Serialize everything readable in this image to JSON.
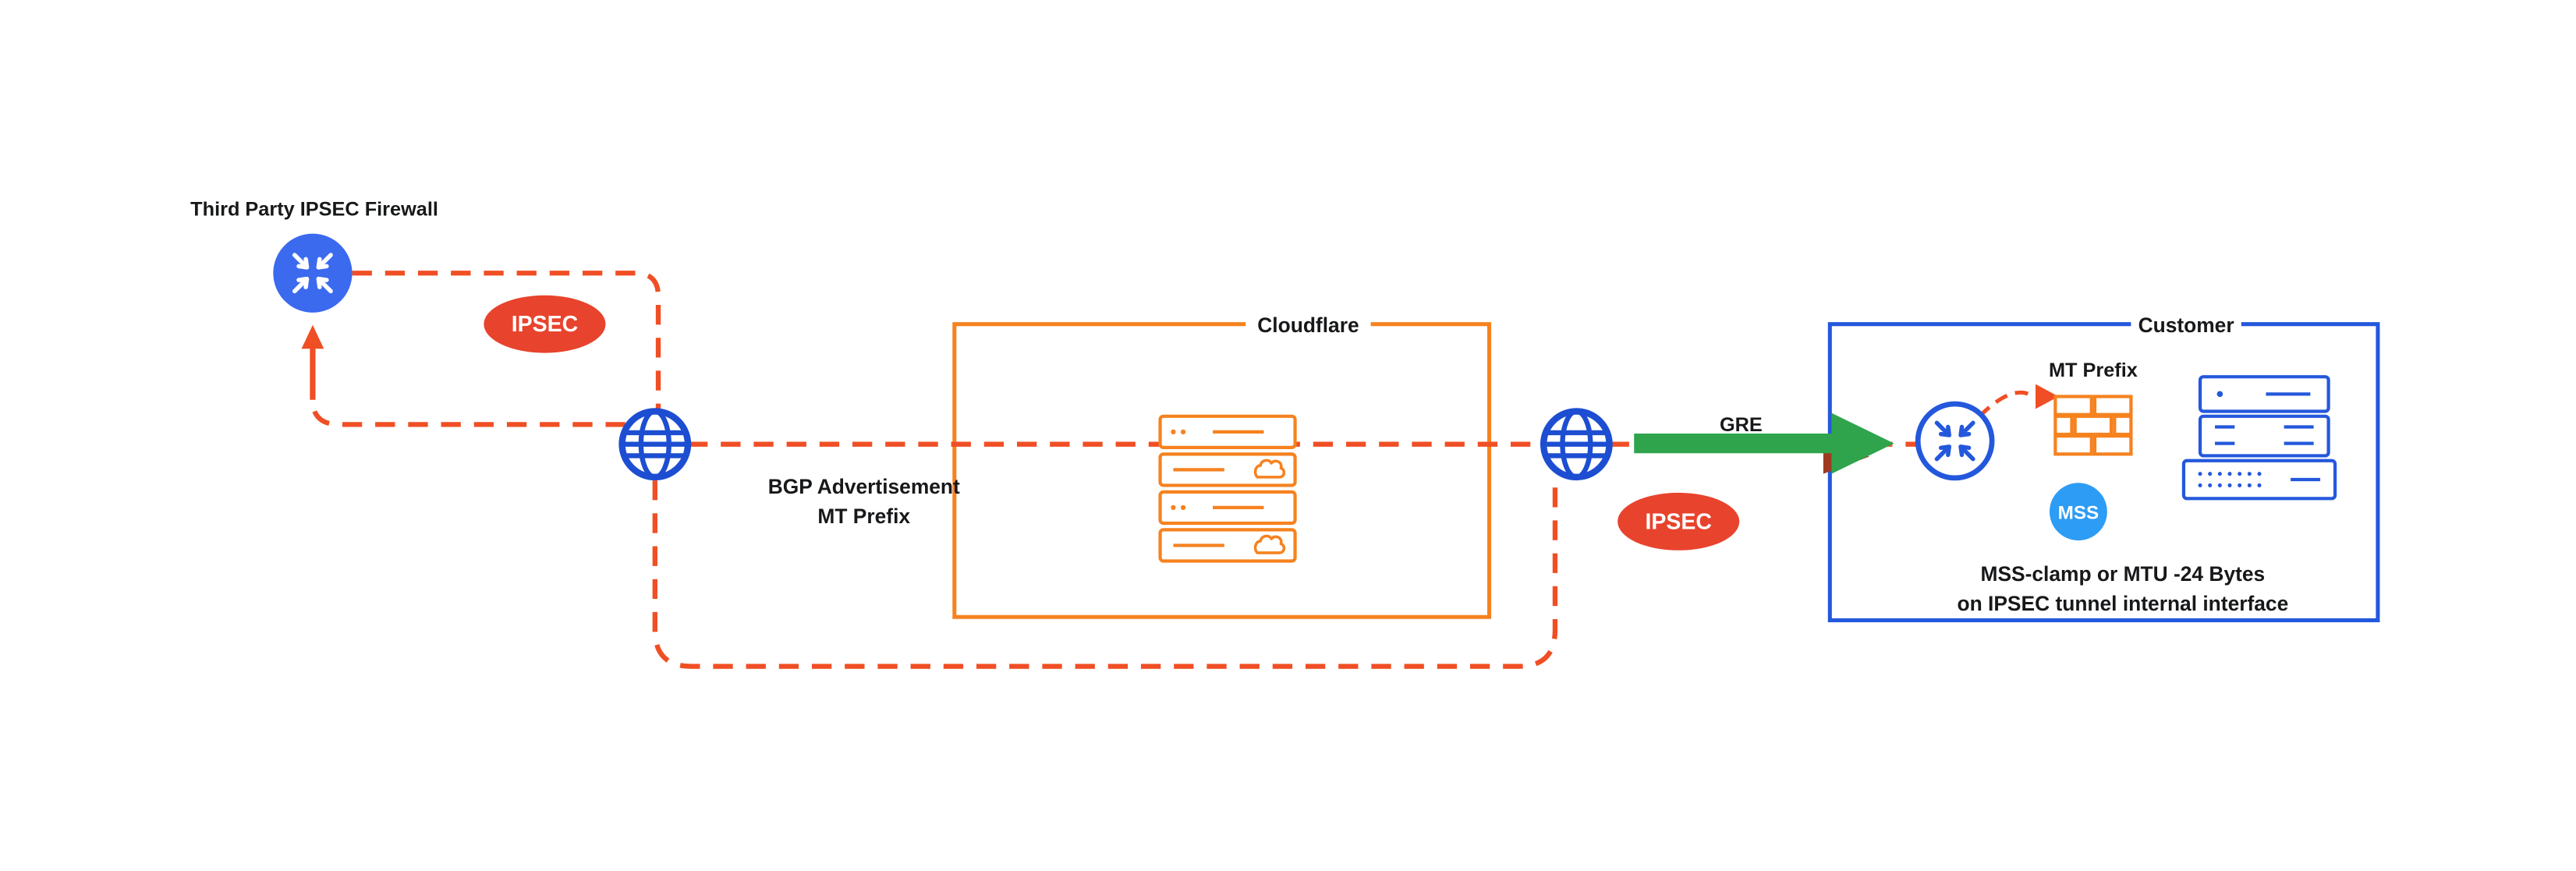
{
  "labels": {
    "third_party_firewall": "Third Party IPSEC Firewall",
    "ipsec_left": "IPSEC",
    "ipsec_right": "IPSEC",
    "bgp_advertisement_line1": "BGP Advertisement",
    "bgp_advertisement_line2": "MT Prefix",
    "cloudflare": "Cloudflare",
    "customer": "Customer",
    "gre": "GRE",
    "mt_prefix": "MT Prefix",
    "mss": "MSS",
    "mss_note_line1": "MSS-clamp or MTU -24 Bytes",
    "mss_note_line2": "on IPSEC tunnel internal interface"
  },
  "icons": {
    "third_party_router": "router-icon",
    "internet_left": "globe-icon",
    "internet_right": "globe-icon",
    "cloudflare_servers": "server-stack-icon",
    "customer_router": "router-icon",
    "customer_firewall": "firewall-bricks-icon",
    "customer_servers": "server-stack-icon",
    "gre_arrow": "arrow-right-icon",
    "tunnel_arrow": "arrow-up-icon"
  },
  "colors": {
    "cloudflare_orange": "#F6821F",
    "tunnel_red_orange": "#F04E24",
    "ipsec_badge_red": "#E8432D",
    "router_blue": "#3B6AEF",
    "primary_blue": "#2458DC",
    "globe_blue": "#1D4ED2",
    "mss_light_blue": "#2D9CF5",
    "gre_green": "#2FA44D",
    "tunnel_arrowhead_dark_red": "#9E3A22",
    "text": "#17181a",
    "background": "#ffffff"
  }
}
